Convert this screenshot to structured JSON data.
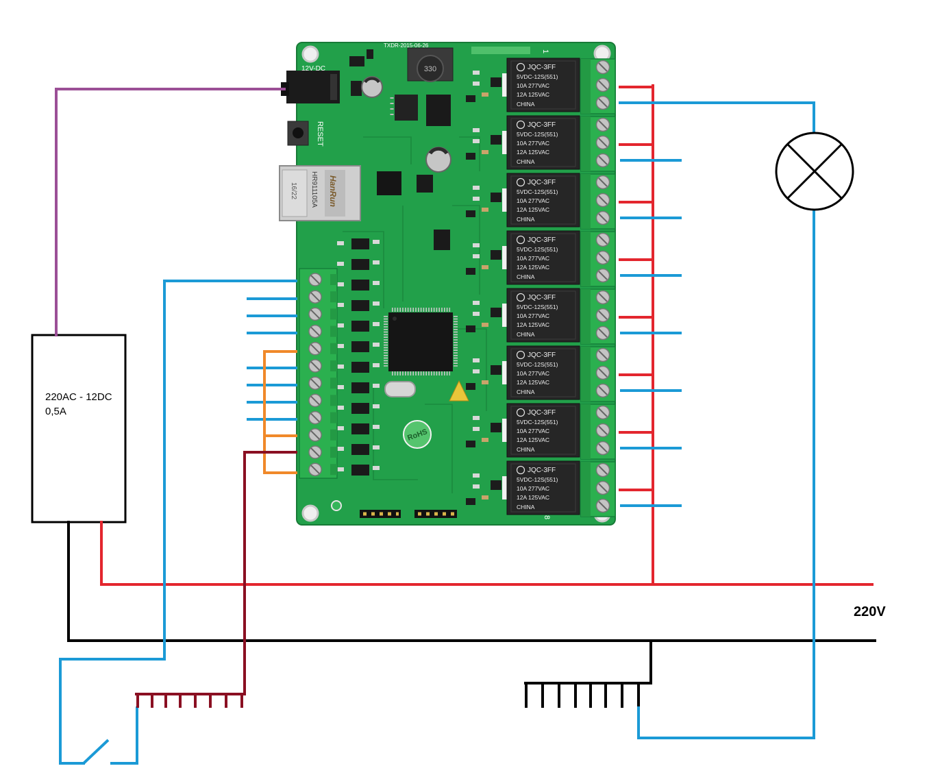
{
  "labels": {
    "power_supply_line1": "220AC - 12DC",
    "power_supply_line2": "0,5A",
    "mains": "220V"
  },
  "pcb": {
    "revision": "TXDR-2015-06-26",
    "power_input": "12V-DC",
    "reset": "RESET",
    "jack_brand": "HanRun",
    "jack_model": "HR911105A",
    "jack_date": "16/22",
    "inductor": "330",
    "rohs": "RoHS",
    "channel_first": "1",
    "channel_last": "8",
    "relay_lines": [
      "JQC-3FF",
      "5VDC-12S(551)",
      "10A 277VAC",
      "12A 125VAC",
      "CHINA"
    ]
  },
  "colors": {
    "live": "#e3262e",
    "neutral": "#000000",
    "signal": "#1b9ad6",
    "supply": "#9b4f96",
    "bridge": "#f0892a",
    "common": "#8a0f22",
    "pcb": "#22a04a"
  },
  "icons": {
    "lamp": "lamp-icon",
    "switch": "switch-icon",
    "esd": "esd-warning-icon"
  }
}
